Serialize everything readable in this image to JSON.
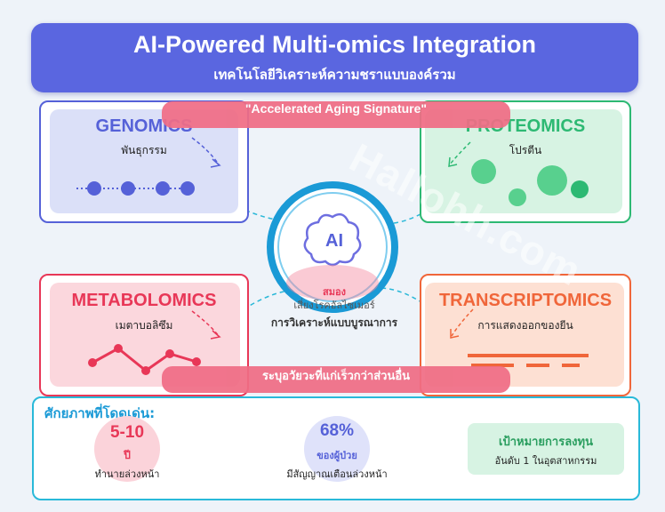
{
  "header": {
    "title": "AI-Powered Multi-omics Integration",
    "subtitle": "เทคโนโลยีวิเคราะห์ความชราแบบองค์รวม"
  },
  "banner_top": "\"Accelerated Aging Signature\"",
  "banner_bottom": "ระบุอวัยวะที่แก่เร็วกว่าส่วนอื่น",
  "watermark": "Hallohh.com",
  "genomics": {
    "title": "GENOMICS",
    "subtitle": "พันธุกรรม"
  },
  "proteomics": {
    "title": "PROTEOMICS",
    "subtitle": "โปรตีน"
  },
  "metabolomics": {
    "title": "METABOLOMICS",
    "subtitle": "เมตาบอลิซึม"
  },
  "transcriptomics": {
    "title": "TRANSCRIPTOMICS",
    "subtitle": "การแสดงออกของยีน"
  },
  "center": {
    "ai_label": "AI",
    "brain_label": "สมอง",
    "brain_note": "เสี่ยงโรคอัลไซเมอร์",
    "caption": "การวิเคราะห์แบบบูรณาการ"
  },
  "bottom": {
    "heading": "ศักยภาพที่โดดเด่น:",
    "stat1": {
      "value": "5-10",
      "unit": "ปี",
      "caption": "ทำนายล่วงหน้า"
    },
    "stat2": {
      "value": "68%",
      "unit": "ของผู้ป่วย",
      "caption": "มีสัญญาณเตือนล่วงหน้า"
    },
    "goal": {
      "title": "เป้าหมายการลงทุน",
      "subtitle": "อันดับ 1 ในอุตสาหกรรม"
    }
  },
  "colors": {
    "header": "#5a66e0",
    "genomics": "#5561d8",
    "proteomics": "#2db973",
    "metabolomics": "#e83757",
    "transcriptomics": "#f0663a",
    "center": "#1a9ad6",
    "banner": "#f06d85"
  }
}
